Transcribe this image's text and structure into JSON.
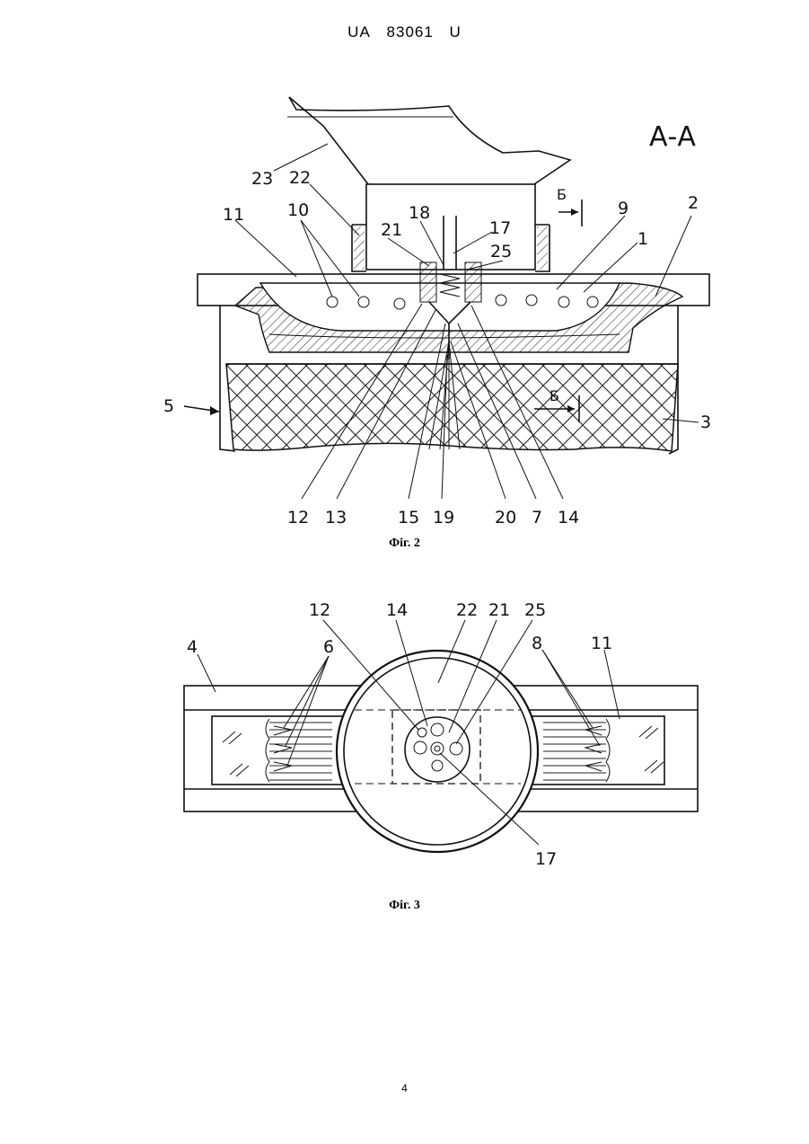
{
  "header": {
    "country": "UA",
    "number": "83061",
    "kind": "U"
  },
  "fig2": {
    "caption": "Фіг. 2",
    "section_label": "А-А",
    "view_arrow_label": "Б",
    "labels": [
      "23",
      "22",
      "11",
      "10",
      "21",
      "18",
      "17",
      "25",
      "9",
      "1",
      "2",
      "5",
      "3",
      "12",
      "13",
      "15",
      "19",
      "20",
      "7",
      "14"
    ]
  },
  "fig3": {
    "caption": "Фіг. 3",
    "labels": [
      "12",
      "14",
      "22",
      "21",
      "25",
      "8",
      "11",
      "4",
      "6",
      "17"
    ]
  },
  "page_number": "4"
}
